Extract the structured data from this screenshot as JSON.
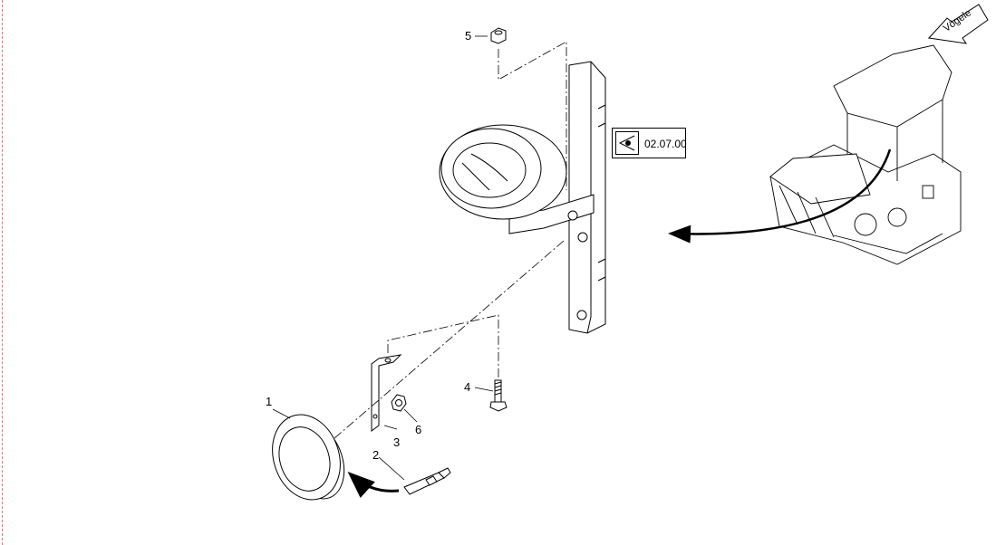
{
  "callouts": [
    {
      "id": "1",
      "label": "1"
    },
    {
      "id": "2",
      "label": "2"
    },
    {
      "id": "3",
      "label": "3"
    },
    {
      "id": "4",
      "label": "4"
    },
    {
      "id": "5",
      "label": "5"
    },
    {
      "id": "6",
      "label": "6"
    }
  ],
  "reference": {
    "label": "02.07.00"
  },
  "brand": {
    "label": "Vögele"
  },
  "colors": {
    "line": "#000000",
    "margin_rule": "#e57373",
    "background": "#ffffff"
  }
}
